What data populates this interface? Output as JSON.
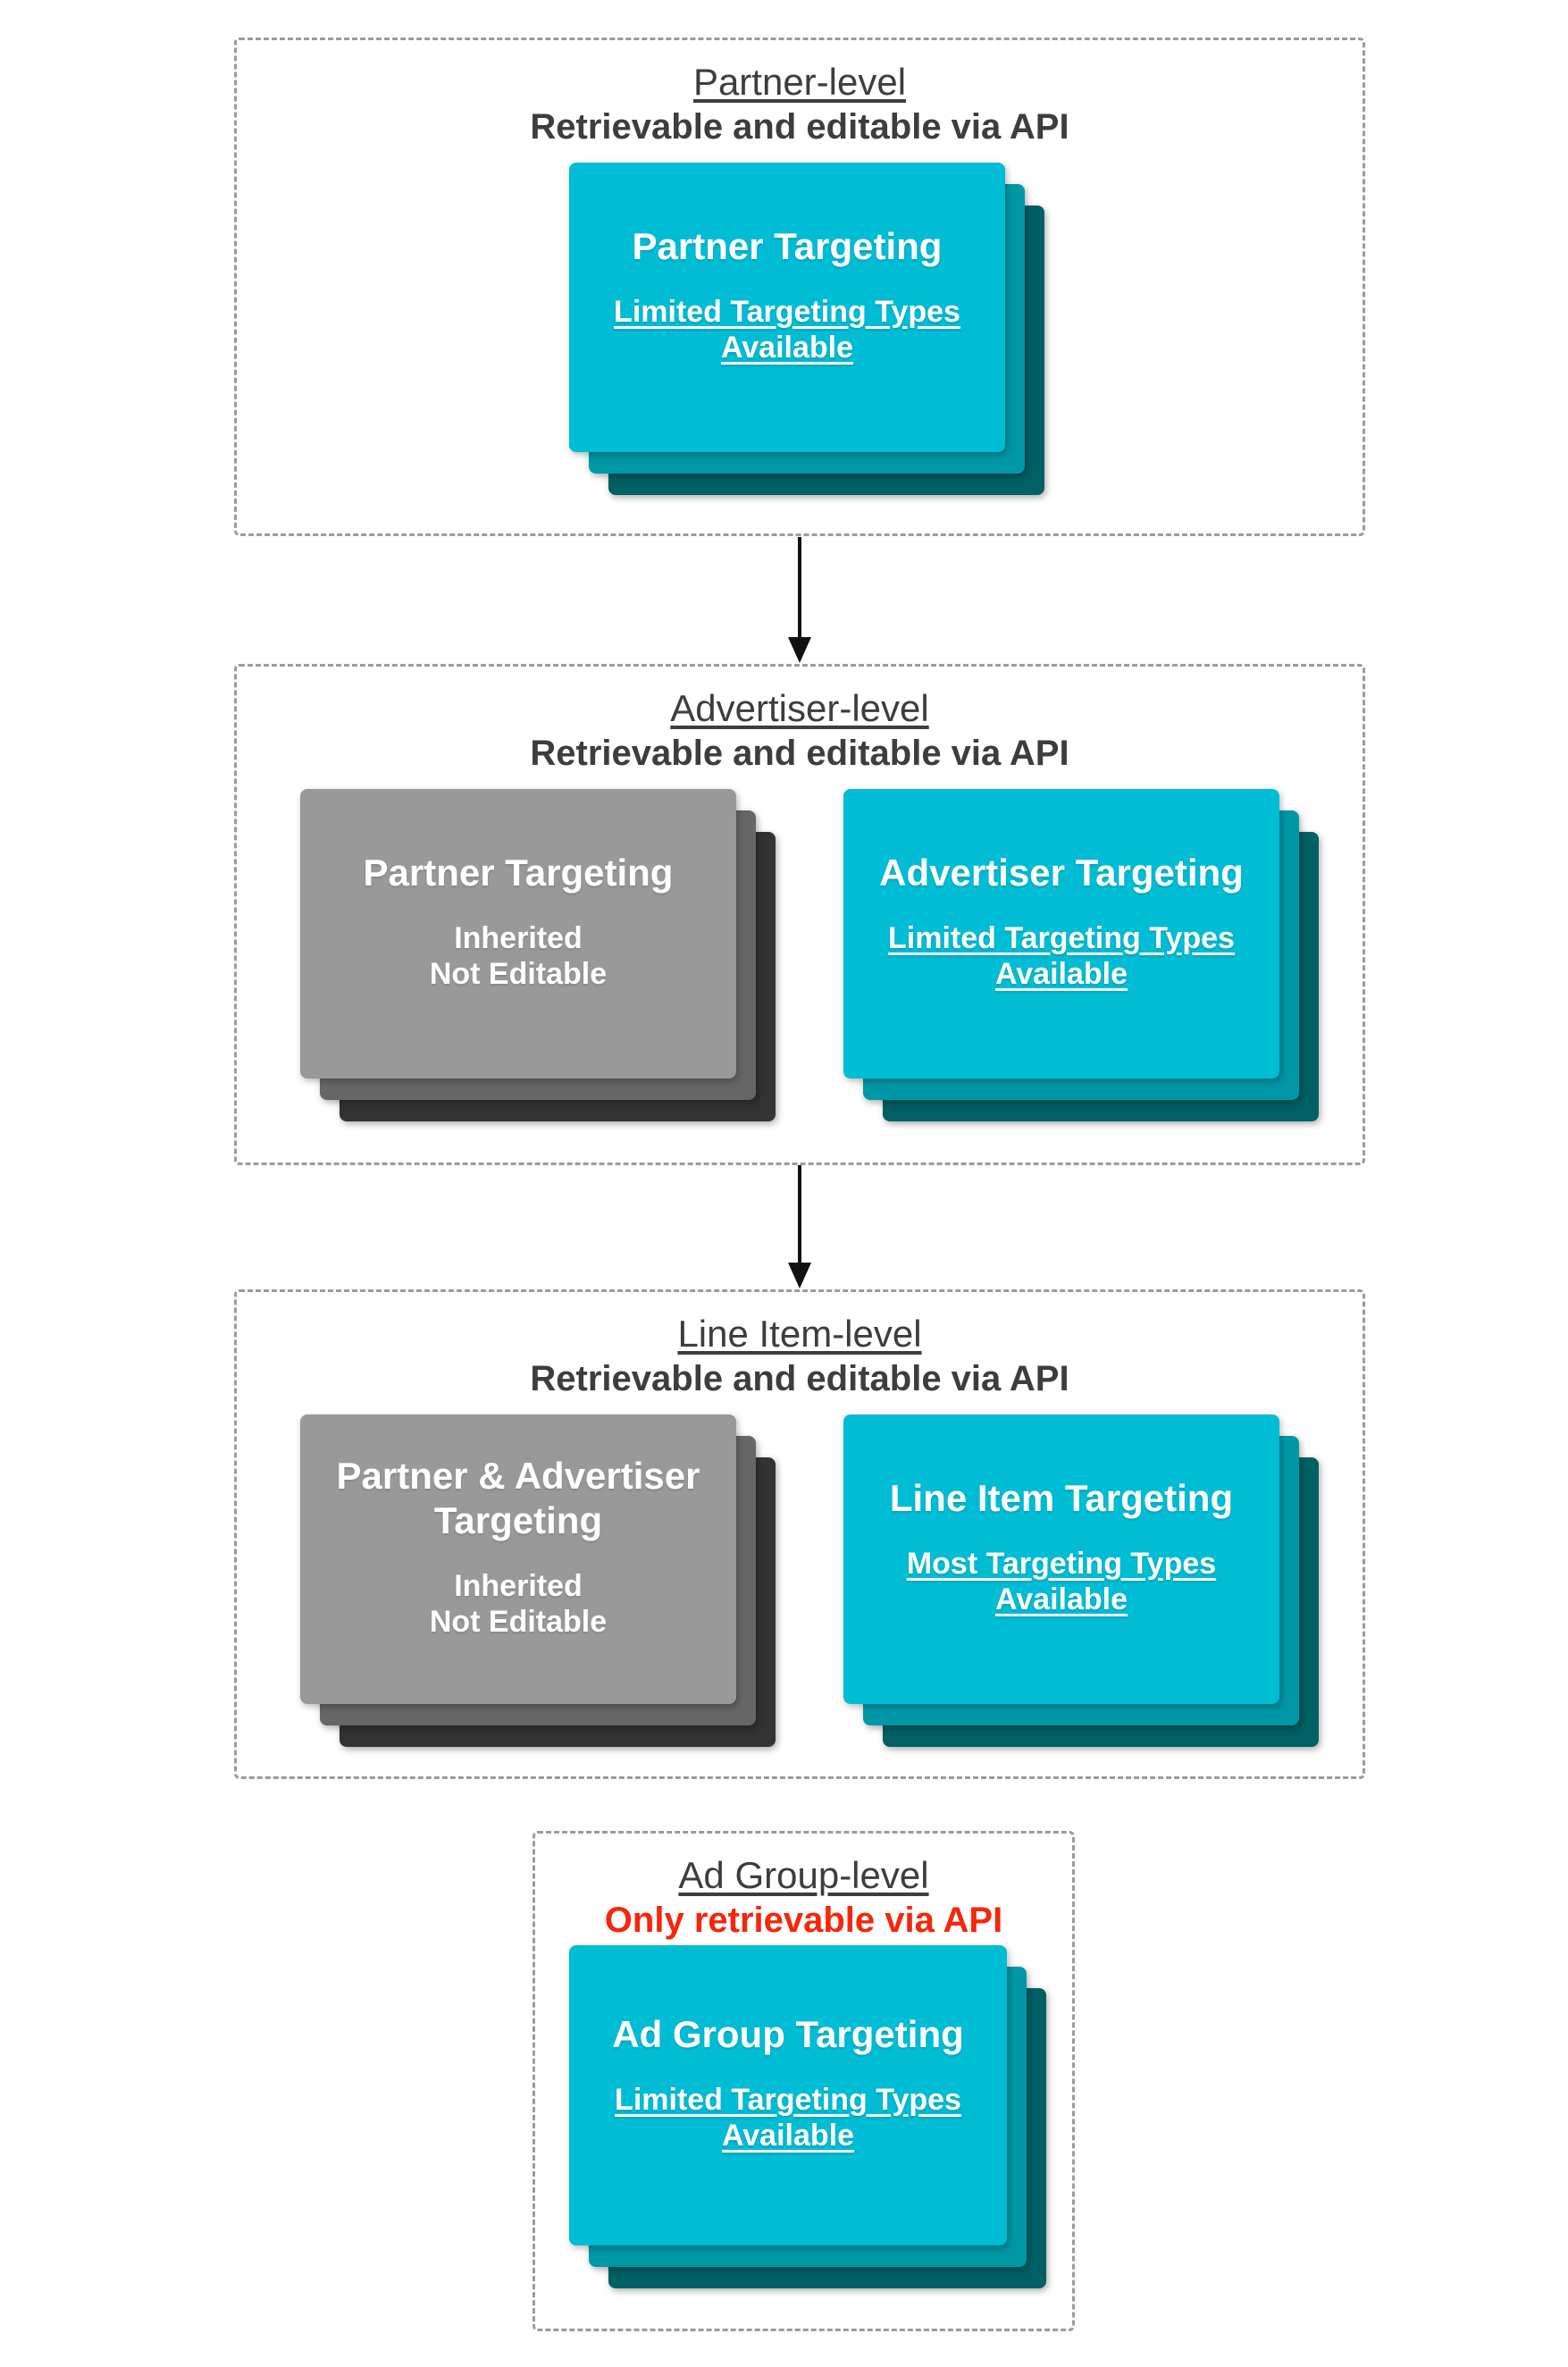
{
  "colors": {
    "card_cyan": "#00bcd4",
    "card_cyan_layer2": "#0097a7",
    "card_cyan_layer3": "#006064",
    "card_gray": "#999999",
    "card_gray_layer2": "#666666",
    "card_gray_layer3": "#333333",
    "heading_text": "#3d3d3d",
    "red_subtitle_text": "#f4270b",
    "dashed_border": "#9b9b9b",
    "card_text": "#ffffff",
    "arrow": "#111111"
  },
  "sections": [
    {
      "title": "Partner-level",
      "subtitle": "Retrievable and editable via API",
      "cards": [
        {
          "variant": "cyan",
          "title": "Partner Targeting",
          "lines": [
            "Limited Targeting Types",
            "Available"
          ]
        }
      ]
    },
    {
      "title": "Advertiser-level",
      "subtitle": "Retrievable and editable via API",
      "cards": [
        {
          "variant": "gray",
          "title": "Partner Targeting",
          "lines": [
            "Inherited",
            "Not Editable"
          ]
        },
        {
          "variant": "cyan",
          "title": "Advertiser Targeting",
          "lines": [
            "Limited Targeting Types",
            "Available"
          ]
        }
      ]
    },
    {
      "title": "Line Item-level",
      "subtitle": "Retrievable and editable via API",
      "cards": [
        {
          "variant": "gray",
          "title": "Partner & Advertiser Targeting",
          "lines": [
            "Inherited",
            "Not Editable"
          ]
        },
        {
          "variant": "cyan",
          "title": "Line Item Targeting",
          "lines": [
            "Most Targeting Types",
            "Available"
          ]
        }
      ]
    },
    {
      "title": "Ad Group-level",
      "subtitle": "Only retrievable via API",
      "cards": [
        {
          "variant": "cyan",
          "title": "Ad Group Targeting",
          "lines": [
            "Limited Targeting Types",
            "Available"
          ]
        }
      ]
    }
  ]
}
